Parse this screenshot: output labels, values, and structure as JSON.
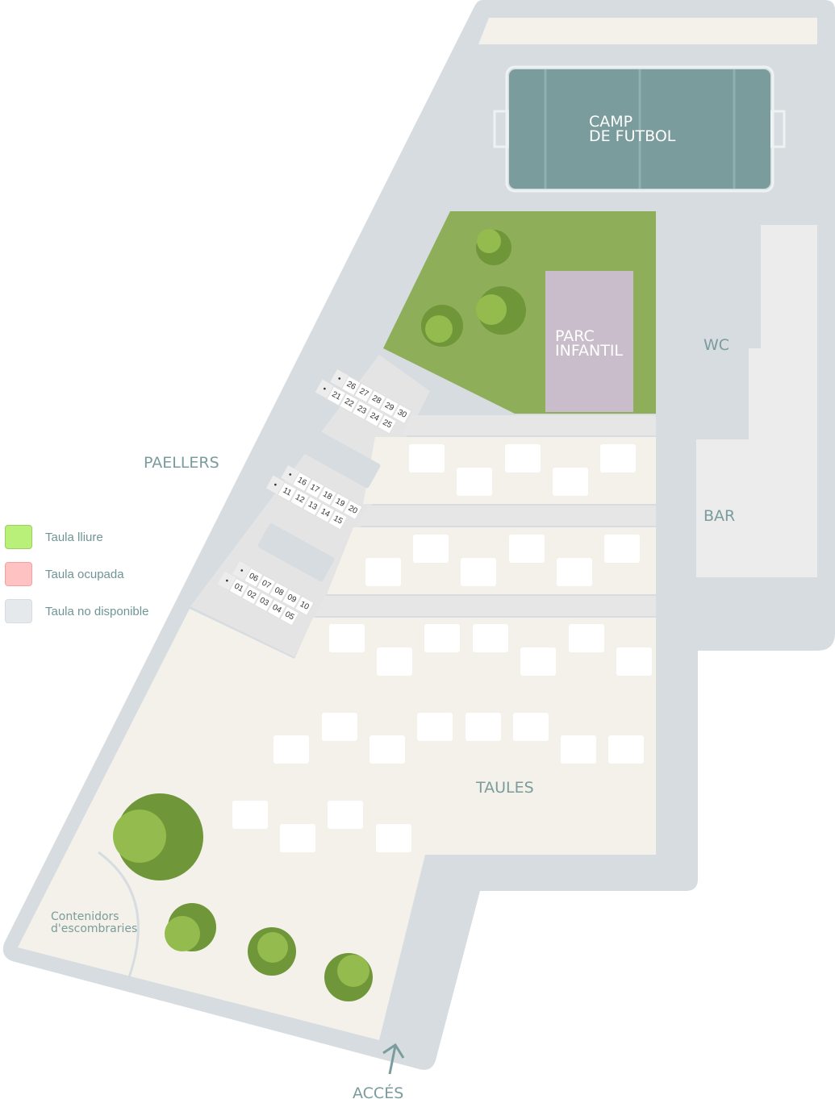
{
  "labels": {
    "football": [
      "CAMP",
      "DE FUTBOL"
    ],
    "playground": [
      "PARC",
      "INFANTIL"
    ],
    "wc": "WC",
    "bar": "BAR",
    "paellers": "PAELLERS",
    "tables": "TAULES",
    "bins": [
      "Contenidors",
      "d'escombraries"
    ],
    "access": "ACCÉS"
  },
  "legend": [
    {
      "label": "Taula lliure",
      "color": "#b8f07a"
    },
    {
      "label": "Taula ocupada",
      "color": "#ffc2c2"
    },
    {
      "label": "Taula no disponible",
      "color": "#e6e9ec"
    }
  ],
  "paellers": [
    {
      "top": [
        "26",
        "27",
        "28",
        "29",
        "30"
      ],
      "bottom": [
        "21",
        "22",
        "23",
        "24",
        "25"
      ]
    },
    {
      "top": [
        "16",
        "17",
        "18",
        "19",
        "20"
      ],
      "bottom": [
        "11",
        "12",
        "13",
        "14",
        "15"
      ]
    },
    {
      "top": [
        "06",
        "07",
        "08",
        "09",
        "10"
      ],
      "bottom": [
        "01",
        "02",
        "03",
        "04",
        "05"
      ]
    }
  ],
  "colors": {
    "ground": "#d6dce0",
    "area": "#f4f1ea",
    "grass": "#8fae59",
    "field": "#7a9c9c",
    "playground": "#c9bccb",
    "building": "#ececec"
  }
}
